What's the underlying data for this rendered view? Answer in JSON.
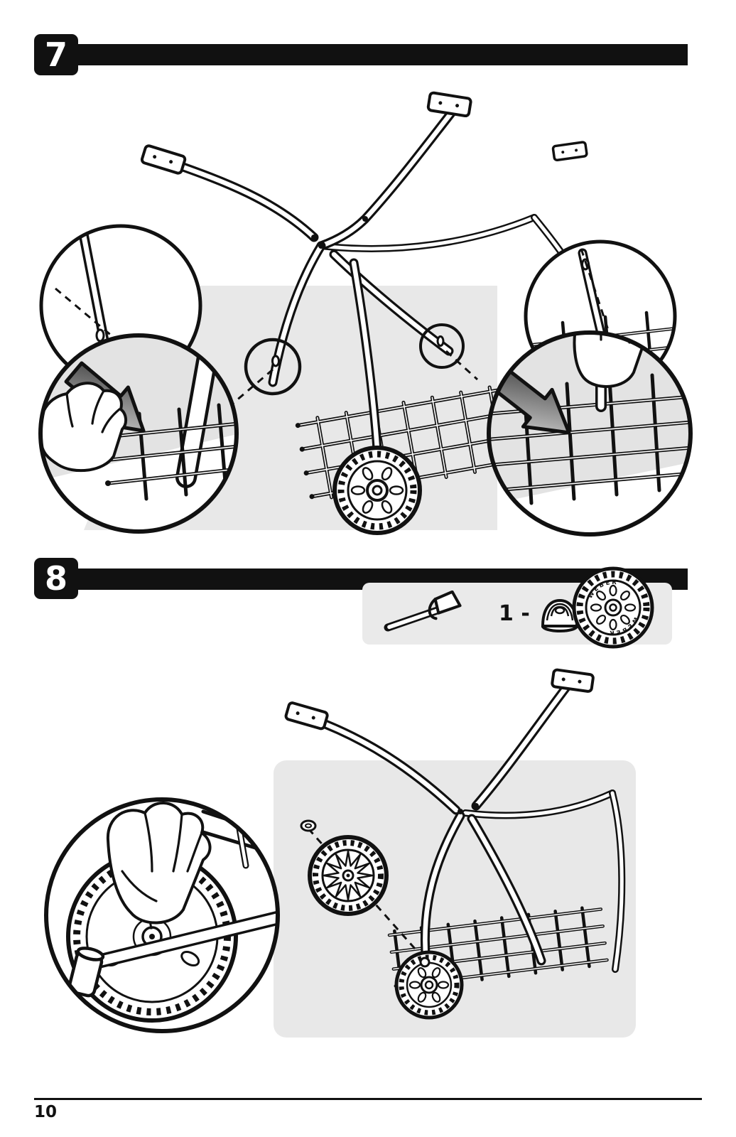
{
  "page": {
    "number": "10"
  },
  "colors": {
    "ink": "#111111",
    "panel_gray": "#e8e8e8",
    "callout_gray": "#e3e3e3",
    "arrow_dark": "#3f3f3f",
    "arrow_light": "#d8d8d8"
  },
  "steps": {
    "step7": {
      "number": "7"
    },
    "step8": {
      "number": "8",
      "parts_box": {
        "quantity_label": "1 -",
        "icons": [
          "hammer-icon",
          "hub-cap-icon",
          "wheel-icon"
        ],
        "wheel_brand_top": "WEBER",
        "wheel_brand_bottom": "WEBER"
      }
    }
  }
}
